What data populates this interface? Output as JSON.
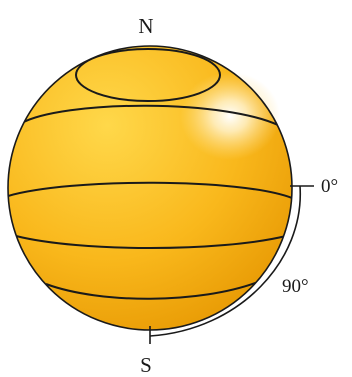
{
  "labels": {
    "north": "N",
    "south": "S",
    "angle_zero": "0°",
    "angle_ninety": "90°"
  },
  "colors": {
    "sphere_light": "#ffe27a",
    "sphere_mid": "#f9b81c",
    "sphere_dark": "#d98a00",
    "line": "#1a1a1a",
    "highlight": "#ffffff"
  }
}
